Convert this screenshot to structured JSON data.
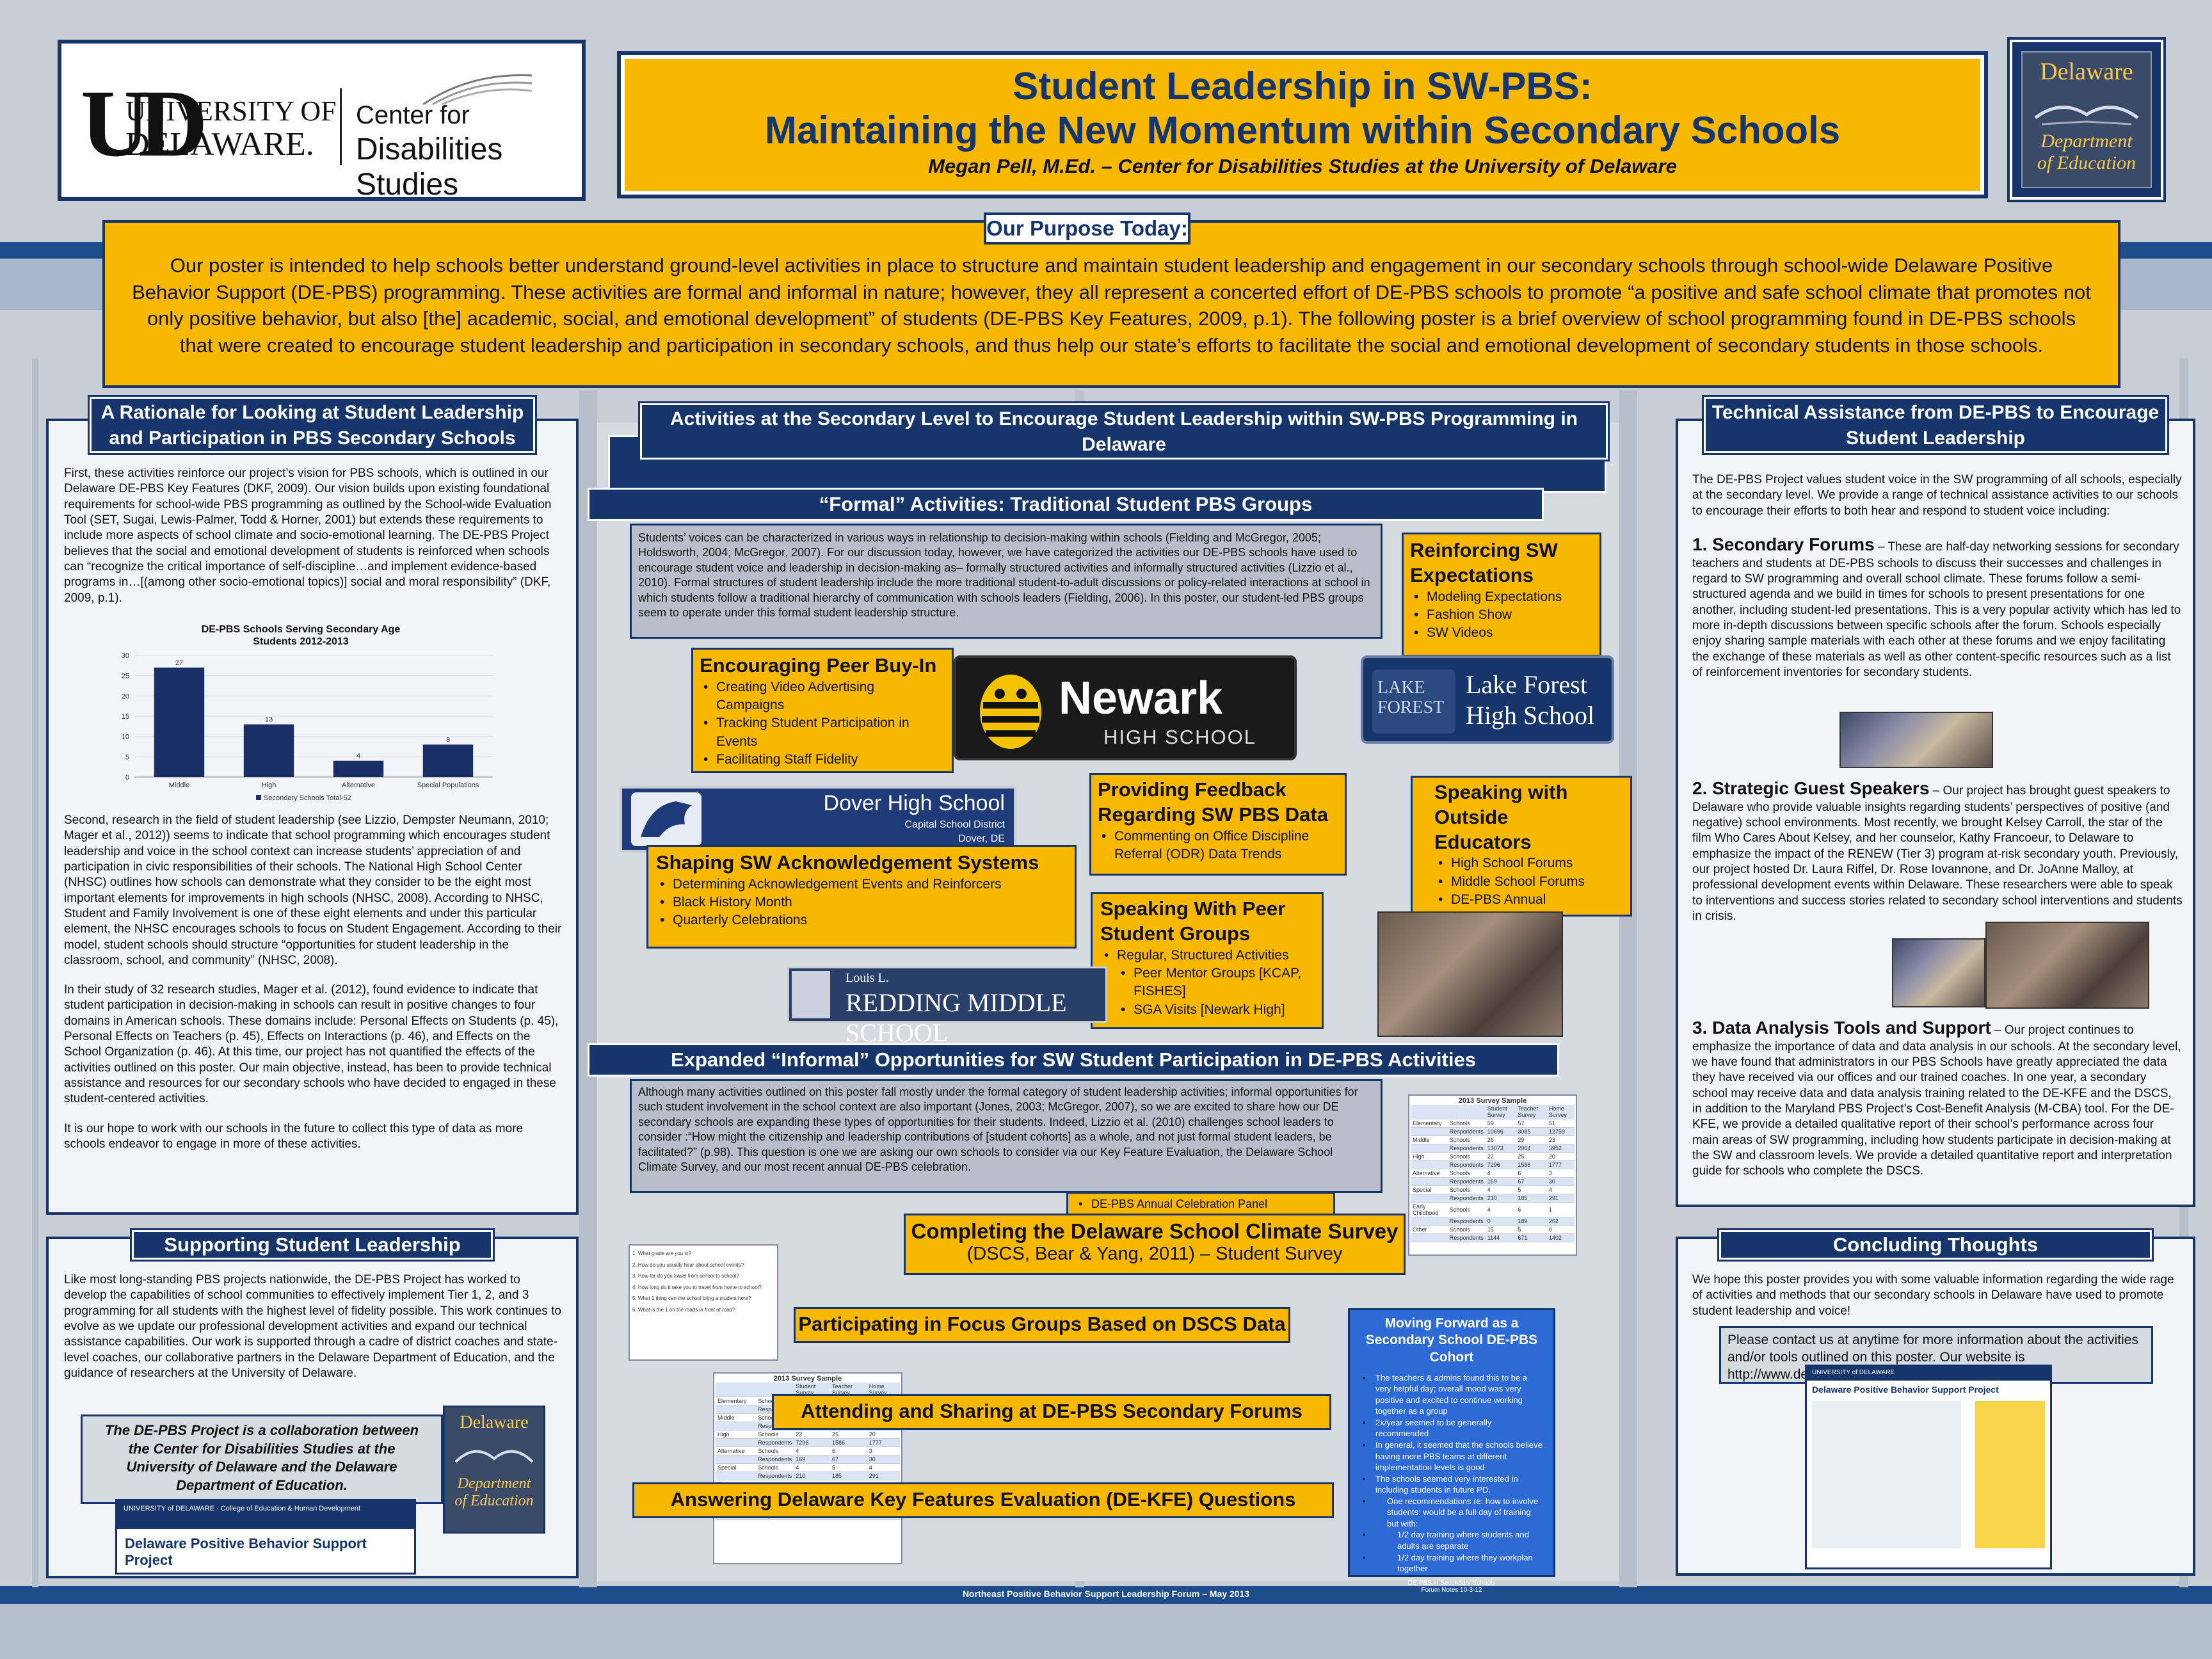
{
  "header": {
    "ud_logo_line1": "UNIVERSITY OF",
    "ud_logo_line2": "DELAWARE.",
    "ud_logo_mono": "UD",
    "cds_line1": "Center for",
    "cds_line2": "Disabilities Studies",
    "title_line1": "Student Leadership in SW-PBS:",
    "title_line2": "Maintaining the New Momentum within Secondary Schools",
    "author": "Megan Pell, M.Ed. – Center for Disabilities Studies at the University of Delaware",
    "doe_logo_top": "Delaware",
    "doe_logo_line1": "Department",
    "doe_logo_line2": "of Education"
  },
  "purpose": {
    "label": "Our Purpose Today:",
    "text": "Our poster is intended to help schools better understand ground-level activities in place to structure and maintain student leadership and engagement in our secondary schools through school-wide Delaware Positive Behavior Support (DE-PBS) programming. These activities are formal and informal in nature; however, they all represent a concerted effort of DE-PBS schools to promote “a positive and safe school climate that promotes not only positive behavior, but also [the] academic, social, and emotional development” of students (DE-PBS Key Features, 2009, p.1). The following poster is a brief overview of school programming found in DE-PBS schools that were created to encourage student leadership and participation in secondary schools, and thus help our state’s efforts to facilitate the social and emotional development of secondary students in those schools."
  },
  "rationale": {
    "heading": "A Rationale for Looking at Student Leadership and Participation in PBS Secondary Schools",
    "p1": "First, these activities reinforce our project’s vision for PBS schools, which is outlined in our Delaware DE-PBS Key Features (DKF, 2009). Our vision builds upon existing foundational requirements for school-wide PBS programming as outlined by the School-wide Evaluation Tool (SET, Sugai, Lewis-Palmer, Todd & Horner, 2001) but extends these requirements to include more aspects of school climate and socio-emotional learning. The DE-PBS Project believes that the social and emotional development of students is reinforced when schools can “recognize the critical importance of self-discipline…and implement evidence-based programs in…[(among other socio-emotional topics)] social and moral responsibility” (DKF, 2009, p.1).",
    "p2": "Second, research in the field of student leadership (see Lizzio, Dempster Neumann, 2010; Mager et al., 2012)) seems to indicate that school programming which encourages student leadership and voice in the school context can increase students’ appreciation of and participation in civic responsibilities of their schools. The National High School Center (NHSC) outlines how schools can demonstrate what they consider to be the eight most important elements for improvements in high schools (NHSC, 2008). According to NHSC, Student and Family Involvement is one of these eight elements and under this particular element, the NHSC encourages schools to focus on Student Engagement. According to their model, student schools should structure “opportunities for student leadership in the classroom, school, and community” (NHSC, 2008).",
    "p3": "In their study of 32 research studies, Mager et al. (2012), found evidence to indicate that student participation in decision-making in schools can result in positive changes to four domains in American schools. These domains include:  Personal Effects on Students (p. 45), Personal Effects on Teachers (p. 45), Effects on Interactions (p. 46), and Effects on the School Organization (p. 46). At this time, our project has not quantified the effects of the activities outlined on this poster. Our main objective, instead, has been to provide technical assistance and resources for our secondary schools who have decided to engaged in these student-centered activities.",
    "p4": "It is our hope to work with our schools in the future to collect this type of data as more schools endeavor to engage in more of these activities."
  },
  "chart_data": {
    "type": "bar",
    "title": "DE-PBS Schools Serving Secondary Age Students 2012-2013",
    "categories": [
      "Middle",
      "High",
      "Alternative",
      "Special Populations"
    ],
    "series": [
      {
        "name": "Secondary Schools Total-52",
        "values": [
          27,
          13,
          4,
          8
        ]
      }
    ],
    "ylim": [
      0,
      30
    ],
    "yticks": [
      0,
      5,
      10,
      15,
      20,
      25,
      30
    ],
    "legend": "bottom",
    "color": "#1a2f66"
  },
  "supporting": {
    "heading": "Supporting Student Leadership",
    "text": "Like most long-standing PBS projects nationwide, the DE-PBS Project has worked to develop the capabilities of school communities to effectively implement Tier 1, 2, and 3 programming for all students with the highest level of fidelity possible. This work continues to evolve as we update our professional development activities and expand our technical assistance capabilities. Our work is supported through a cadre of district coaches and state-level coaches, our collaborative partners in the Delaware Department of Education, and the guidance of researchers at the University of Delaware.",
    "collab": "The DE-PBS Project is a collaboration between  the Center for Disabilities Studies at the University of Delaware and the Delaware Department of Education.",
    "doe_top": "Delaware",
    "doe_line1": "Department",
    "doe_line2": "of Education",
    "pbs_banner_small": "UNIVERSITY of DELAWARE · College of Education & Human Development",
    "pbs_banner_title": "Delaware Positive Behavior Support Project"
  },
  "center": {
    "heading": "Activities at the Secondary Level to Encourage Student Leadership within SW-PBS Programming in Delaware",
    "formal_heading": "“Formal” Activities: Traditional Student PBS Groups",
    "formal_text": "Students’ voices can be characterized in various ways in relationship to decision-making within schools (Fielding and McGregor, 2005; Holdsworth, 2004; McGregor, 2007). For our discussion today, however, we have categorized the activities our DE-PBS schools have used to encourage student voice and leadership in decision-making as– formally structured activities and informally structured activities (Lizzio et al., 2010). Formal structures of student leadership include the  more traditional student-to-adult discussions or policy-related interactions at school in which students follow a traditional hierarchy of communication with schools leaders (Fielding, 2006). In this poster, our student-led PBS groups seem to operate under this formal student leadership structure.",
    "reinforcing": {
      "title": "Reinforcing SW Expectations",
      "items": [
        "Modeling Expectations",
        "Fashion Show",
        "SW Videos"
      ]
    },
    "peer_buyin": {
      "title": "Encouraging Peer Buy-In",
      "items": [
        "Creating  Video Advertising Campaigns",
        "Tracking Student Participation in Events",
        "Facilitating Staff Fidelity"
      ]
    },
    "newark": {
      "name": "Newark",
      "sub": "HIGH SCHOOL"
    },
    "lakeforest": {
      "name_line1": "Lake Forest",
      "name_line2": "High School",
      "mark1": "LAKE",
      "mark2": "FOREST"
    },
    "dover": {
      "name": "Dover High School",
      "sub1": "Capital School District",
      "sub2": "Dover, DE"
    },
    "feedback": {
      "title": "Providing Feedback Regarding SW PBS Data",
      "items": [
        "Commenting on Office Discipline Referral (ODR) Data Trends"
      ]
    },
    "outside": {
      "title": "Speaking with Outside Educators",
      "items": [
        "High School Forums",
        "Middle School Forums",
        "DE-PBS Annual Celebration Panel"
      ]
    },
    "acknowledgement": {
      "title": "Shaping SW Acknowledgement Systems",
      "items": [
        "Determining Acknowledgement Events and Reinforcers",
        "Black History Month",
        "Quarterly Celebrations"
      ]
    },
    "peer_groups": {
      "title": "Speaking With Peer Student Groups",
      "item": "Regular, Structured Activities",
      "subitems": [
        "Peer Mentor Groups [KCAP, FISHES]",
        "SGA Visits [Newark High]"
      ]
    },
    "redding": {
      "small": "Louis L.",
      "name": "REDDING MIDDLE SCHOOL"
    },
    "informal_heading": "Expanded “Informal” Opportunities for SW Student Participation in DE-PBS Activities",
    "informal_text": "Although many activities outlined on this poster fall mostly under the formal category of student leadership activities; informal opportunities for such student involvement in the school context are also important (Jones, 2003; McGregor, 2007), so we are excited to share how our DE secondary schools are expanding these types of opportunities for their students. Indeed, Lizzio et al. (2010) challenges school leaders to consider :“How might the citizenship and leadership contributions of [student cohorts] as a whole, and not just formal student leaders, be facilitated?” (p.98). This question is one we are asking our own schools to consider via our Key Feature Evaluation, the Delaware School Climate Survey, and our most recent annual DE-PBS celebration.",
    "celebration_peek": "DE-PBS Annual Celebration Panel",
    "dscs_line1": "Completing the Delaware School Climate Survey",
    "dscs_line2": "(DSCS, Bear & Yang, 2011) – Student Survey",
    "focus": "Participating in Focus Groups Based on DSCS Data",
    "forums": "Attending and Sharing at DE-PBS Secondary Forums",
    "dkfe": "Answering Delaware Key Features Evaluation (DE-KFE) Questions",
    "survey_title": "2013 Survey Sample",
    "survey_headers": [
      "",
      "",
      "Student Survey",
      "Teacher Survey",
      "Home Survey"
    ],
    "survey_rows": [
      [
        "Elementary",
        "Schools",
        "59",
        "57",
        "51"
      ],
      [
        "",
        "Respondents",
        "10696",
        "3085",
        "12759"
      ],
      [
        "Middle",
        "Schools",
        "26",
        "29",
        "23"
      ],
      [
        "",
        "Respondents",
        "13073",
        "2064",
        "3952"
      ],
      [
        "High",
        "Schools",
        "22",
        "25",
        "20"
      ],
      [
        "",
        "Respondents",
        "7296",
        "1586",
        "1777"
      ],
      [
        "Alternative",
        "Schools",
        "4",
        "6",
        "3"
      ],
      [
        "",
        "Respondents",
        "169",
        "67",
        "30"
      ],
      [
        "Special",
        "Schools",
        "4",
        "5",
        "4"
      ],
      [
        "",
        "Respondents",
        "210",
        "185",
        "291"
      ],
      [
        "Early Childhood",
        "Schools",
        "4",
        "6",
        "1"
      ],
      [
        "",
        "Respondents",
        "0",
        "189",
        "262"
      ],
      [
        "Other",
        "Schools",
        "15",
        "5",
        "0"
      ],
      [
        "",
        "Respondents",
        "1144",
        "671",
        "1402"
      ]
    ],
    "moving": {
      "title": "Moving Forward as a Secondary School DE-PBS Cohort",
      "items": [
        "The teachers & admins found this to be a very helpful day; overall mood was very positive and excited to continue working together as a group",
        "2x/year seemed to be generally recommended",
        "In general, it seemed that the schools believe having more PBS teams at different implementation levels is good",
        "The schools seemed very interested in including students in future PD."
      ],
      "sub_intro": "One recommendations re: how to involve students: would be a full day of training but with:",
      "sub_items": [
        "1/2 day training where students and adults are separate",
        "1/2 day training where they workplan together"
      ],
      "footer1": "DE-PBS in Secondary Schools",
      "footer2": "Forum Notes 10-3-12"
    },
    "q_form": [
      "1. What grade are you in?",
      "2. How do you usually hear about school events?",
      "3. How far do you travel from school to school?",
      "4. How long do it take you to travel from home to school?",
      "5. What 1 thing can the school bring a student here?",
      "6. What is the 1 on the roads in front of road?"
    ]
  },
  "technical": {
    "heading": "Technical Assistance from DE-PBS to Encourage Student Leadership",
    "intro": "The DE-PBS Project values student voice in the SW programming of all schools, especially at the secondary level. We provide a range of technical assistance activities to our schools to encourage their efforts to both hear and respond to student voice including:",
    "s1_title": "1. Secondary Forums",
    "s1_text": " – These are half-day networking sessions for secondary teachers and students at DE-PBS schools to discuss their successes and challenges in regard to SW programming and overall school climate. These forums follow a semi-structured agenda and we build in times for schools to present presentations for one another, including student-led presentations. This is a very popular activity which has led to more in-depth discussions between specific schools after the forum. Schools especially enjoy sharing sample materials with each other at these forums and we enjoy facilitating the exchange of these materials as well as other content-specific resources such as a  list of reinforcement inventories for secondary students.",
    "s2_title": "2. Strategic Guest Speakers",
    "s2_text": " – Our project has brought guest speakers to Delaware who provide valuable insights regarding students’ perspectives of positive (and negative) school environments. Most recently, we brought Kelsey Carroll, the star of the film Who Cares About Kelsey, and her counselor, Kathy Francoeur, to Delaware to emphasize the impact of the RENEW (Tier 3) program at-risk secondary youth. Previously, our project hosted Dr. Laura Riffel, Dr. Rose Iovannone, and Dr. JoAnne Malloy,  at professional development events within Delaware. These researchers were able to speak to interventions and success stories related to secondary school interventions and students in crisis.",
    "s3_title": "3. Data Analysis Tools and Support",
    "s3_text": " – Our project continues to emphasize the importance of data and data analysis in our schools. At the secondary level, we have found that administrators in our PBS Schools have greatly appreciated the data they have received via our offices and our trained coaches. In one year, a secondary school may receive data and data analysis training related to the DE-KFE and the DSCS, in addition to the Maryland PBS Project’s Cost-Benefit Analysis (M-CBA) tool. For the DE-KFE, we provide a detailed qualitative report of their school’s performance across four main areas of SW programming, including how students participate in decision-making at the SW and classroom levels. We provide a detailed quantitative report and interpretation guide for schools who complete the DSCS."
  },
  "concluding": {
    "heading": "Concluding Thoughts",
    "text": "We hope this poster provides you with some valuable information regarding the wide rage of activities and methods that our secondary schools in Delaware have used to promote student leadership and voice!",
    "contact": "Please contact us at anytime for more information about the activities and/or tools outlined on this poster. Our website is http://www.delawarepbs.org/",
    "web_title": "Delaware Positive Behavior Support Project",
    "web_univ": "UNIVERSITY of DELAWARE"
  },
  "footer": {
    "text": "Northeast Positive Behavior Support Leadership Forum – May 2013"
  }
}
